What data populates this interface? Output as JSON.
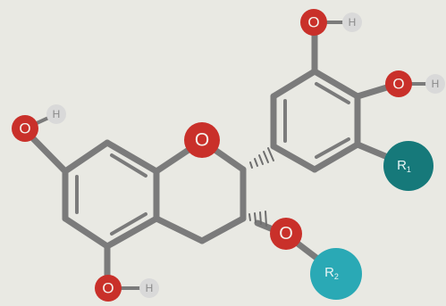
{
  "molecule": {
    "atoms": {
      "oxygen": "O",
      "hydrogen": "H",
      "r1_symbol": "R",
      "r1_index": "1",
      "r2_symbol": "R",
      "r2_index": "2"
    },
    "colors": {
      "background": "#e9e9e3",
      "bond": "#7b7b7b",
      "oxygen": "#c9302a",
      "hydrogen": "#d9d9d9",
      "r1": "#16797a",
      "r2": "#2aa9b5"
    }
  }
}
